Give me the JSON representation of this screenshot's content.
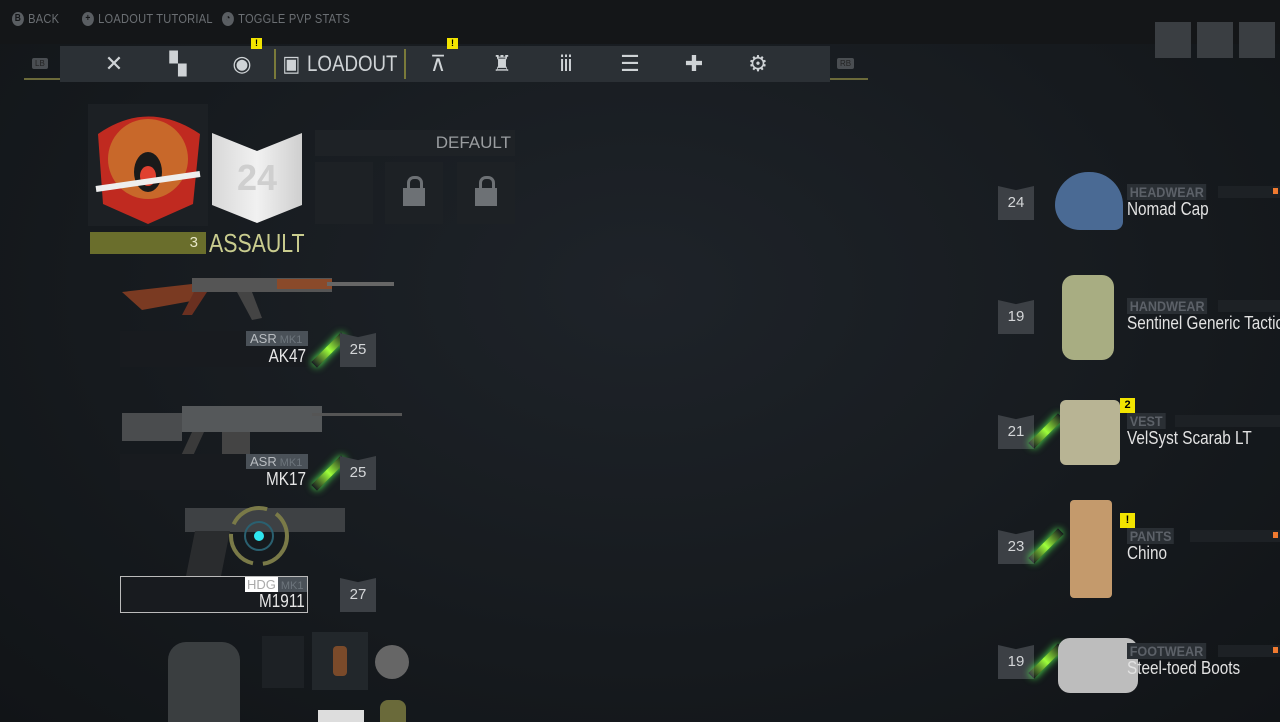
{
  "hints": [
    {
      "icon": "B",
      "label": "BACK"
    },
    {
      "icon": "+",
      "label": "LOADOUT TUTORIAL"
    },
    {
      "icon": "◔",
      "label": "TOGGLE PVP STATS"
    }
  ],
  "nav": {
    "lb": "LB",
    "rb": "RB",
    "active_label": "LOADOUT",
    "notice": "!",
    "icons": [
      "crossed-rifles",
      "map",
      "target",
      "loadout",
      "class-emblem",
      "armor",
      "squad",
      "face-profile",
      "medkit",
      "settings"
    ]
  },
  "profile": {
    "rank": "24",
    "preset": "DEFAULT",
    "class_level": "3",
    "class_name": "ASSAULT"
  },
  "weapons": [
    {
      "type": "ASR",
      "mark": "MK1",
      "name": "AK47",
      "level": "25",
      "upgrade": true
    },
    {
      "type": "ASR",
      "mark": "MK1",
      "name": "MK17",
      "level": "25",
      "upgrade": true
    },
    {
      "type": "HDG",
      "mark": "MK1",
      "name": "M1911",
      "level": "27",
      "upgrade": false
    }
  ],
  "gear": [
    {
      "category": "HEADWEAR",
      "name": "Nomad Cap",
      "level": "24",
      "badge": null,
      "color": "#4a6a94"
    },
    {
      "category": "HANDWEAR",
      "name": "Sentinel Generic Tactic",
      "level": "19",
      "badge": null,
      "color": "#a8ad82"
    },
    {
      "category": "VEST",
      "name": "VelSyst Scarab LT",
      "level": "21",
      "badge": "2",
      "color": "#b8b494"
    },
    {
      "category": "PANTS",
      "name": "Chino",
      "level": "23",
      "badge": "!",
      "color": "#c49a6c"
    },
    {
      "category": "FOOTWEAR",
      "name": "Steel-toed Boots",
      "level": "19",
      "badge": null,
      "color": "#bdbdbd"
    }
  ]
}
